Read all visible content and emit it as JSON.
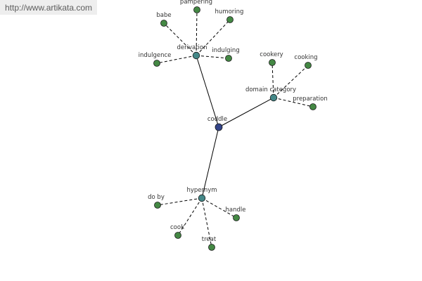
{
  "site": {
    "url_text": "http://www.artikata.com"
  },
  "colors": {
    "center": "#334488",
    "hub": "#448888",
    "leaf": "#448844"
  },
  "graph": {
    "center": {
      "id": "coddle",
      "label": "coddle"
    },
    "hubs": [
      {
        "id": "derivation",
        "label": "derivation",
        "leaves": [
          {
            "id": "babe",
            "label": "babe"
          },
          {
            "id": "pampering",
            "label": "pampering"
          },
          {
            "id": "humoring",
            "label": "humoring"
          },
          {
            "id": "indulgence",
            "label": "indulgence"
          },
          {
            "id": "indulging",
            "label": "indulging"
          }
        ]
      },
      {
        "id": "domain-category",
        "label": "domain category",
        "leaves": [
          {
            "id": "cookery",
            "label": "cookery"
          },
          {
            "id": "cooking",
            "label": "cooking"
          },
          {
            "id": "preparation",
            "label": "preparation"
          }
        ]
      },
      {
        "id": "hypernym",
        "label": "hypernym",
        "leaves": [
          {
            "id": "do-by",
            "label": "do by"
          },
          {
            "id": "handle",
            "label": "handle"
          },
          {
            "id": "cook",
            "label": "cook"
          },
          {
            "id": "treat",
            "label": "treat"
          }
        ]
      }
    ]
  }
}
